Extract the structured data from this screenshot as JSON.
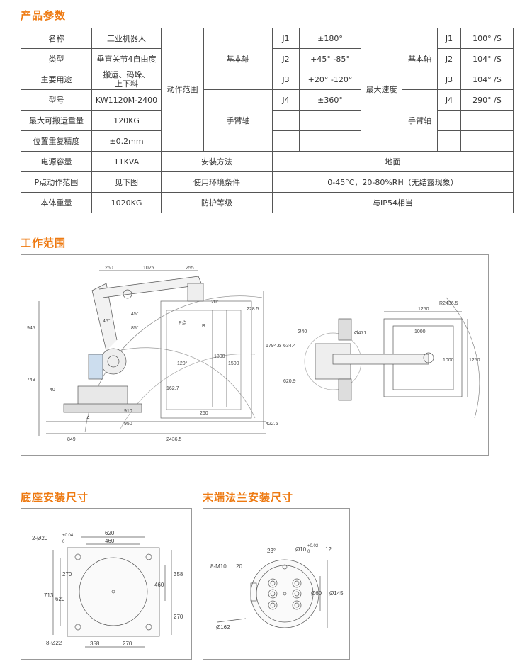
{
  "sections": {
    "params": "产品参数",
    "work_range": "工作范围",
    "base_mount": "底座安装尺寸",
    "flange_mount": "末端法兰安装尺寸"
  },
  "spec": {
    "rows": [
      {
        "label": "名称",
        "value": "工业机器人"
      },
      {
        "label": "类型",
        "value": "垂直关节4自由度"
      },
      {
        "label": "主要用途",
        "value": "搬运、码垛、上下料"
      },
      {
        "label": "型号",
        "value": "KW1120M-2400"
      },
      {
        "label": "最大可搬运重量",
        "value": "120KG"
      },
      {
        "label": "位置重复精度",
        "value": "±0.2mm"
      },
      {
        "label": "电源容量",
        "value": "11KVA"
      },
      {
        "label": "P点动作范围",
        "value": "见下图"
      },
      {
        "label": "本体重量",
        "value": "1020KG"
      }
    ],
    "motion_range": "动作范围",
    "basic_axis": "基本轴",
    "arm_axis": "手臂轴",
    "max_speed": "最大速度",
    "axes": [
      {
        "name": "J1",
        "range": "±180°",
        "speed": "100° /S"
      },
      {
        "name": "J2",
        "range": "+45° -85°",
        "speed": "104° /S"
      },
      {
        "name": "J3",
        "range": "+20° -120°",
        "speed": "104° /S"
      },
      {
        "name": "J4",
        "range": "±360°",
        "speed": "290° /S"
      }
    ],
    "install_method": "安装方法",
    "install_value": "地面",
    "env_cond": "使用环境条件",
    "env_value": "0-45°C，20-80%RH（无结露现象）",
    "protection": "防护等级",
    "protection_value": "与IP54相当"
  },
  "work_drawing": {
    "dims": [
      "260",
      "1025",
      "255",
      "228.5",
      "945",
      "749",
      "40",
      "910",
      "950",
      "849",
      "2436.5",
      "422.6",
      "1794.6",
      "1800",
      "1500",
      "162.7",
      "260",
      "A",
      "B",
      "P点",
      "20°",
      "45°",
      "85°",
      "120°",
      "45°"
    ],
    "top_dims": [
      "R2436.5",
      "1250",
      "1000",
      "1000",
      "1250",
      "Ø40",
      "Ø471",
      "634.4",
      "620.9"
    ]
  },
  "base_drawing": {
    "dims": [
      "2-Ø20",
      "+0.04",
      "0",
      "620",
      "460",
      "358",
      "460",
      "270",
      "713",
      "620",
      "270",
      "8-Ø22",
      "358",
      "270"
    ]
  },
  "flange_drawing": {
    "dims": [
      "23°",
      "Ø10",
      "+0.02",
      "0",
      "12",
      "8-M10",
      "20",
      "Ø60",
      "Ø145",
      "Ø162"
    ]
  }
}
